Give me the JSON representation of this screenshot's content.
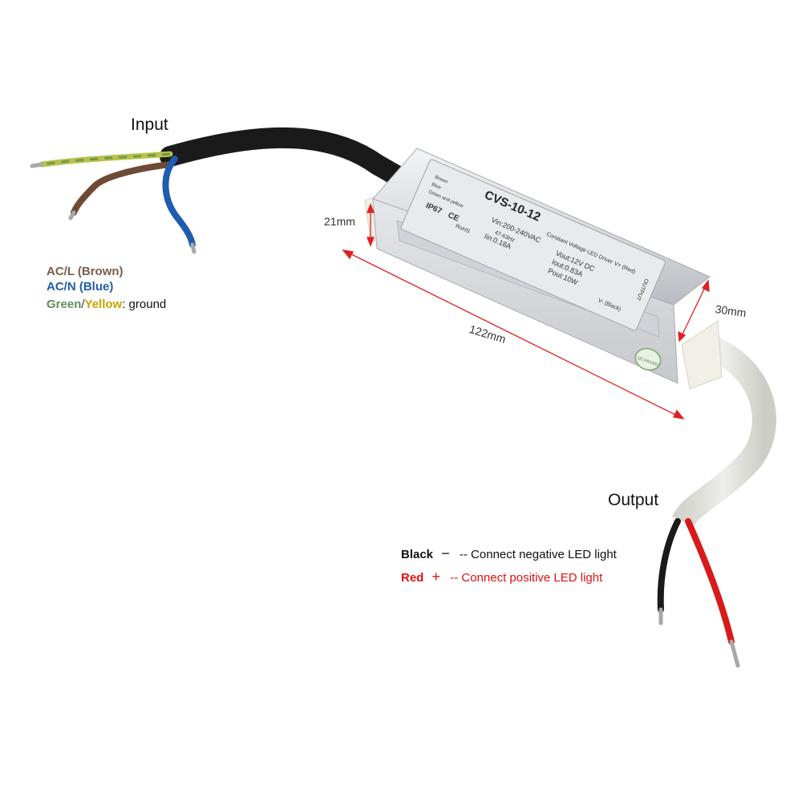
{
  "labels": {
    "input": "Input",
    "output": "Output"
  },
  "input_legend": {
    "acl": "AC/L (Brown)",
    "acn": "AC/N (Blue)",
    "green": "Green",
    "slash": "/",
    "yellow": "Yellow",
    "ground": ": ground"
  },
  "output_legend": {
    "black_name": "Black",
    "black_symbol": "−",
    "black_desc": "-- Connect negative LED light",
    "red_name": "Red",
    "red_symbol": "+",
    "red_desc": "-- Connect positive LED light"
  },
  "dimensions": {
    "length": "122mm",
    "height": "21mm",
    "width": "30mm"
  },
  "device_label": {
    "model": "CVS-10-12",
    "subtitle": "Constant Voltage LED Driver",
    "vin": "Vin:200-240VAC",
    "freq": "47-63Hz",
    "iin": "Iin:0.18A",
    "vout": "Vout:12V DC",
    "iout": "Iout:0.83A",
    "pout": "Pout:10W",
    "ip": "IP67",
    "ce": "CE",
    "rohs": "RoHS",
    "vplus": "V+ (Red)",
    "vminus": "V- (Black)",
    "output_vert": "OUTPUT",
    "wire_brown": "Brown",
    "wire_blue": "Blue",
    "wire_gy": "Green and yellow",
    "qc": "QC PASSED"
  },
  "colors": {
    "brown": "#7a5c4a",
    "blue": "#1f5fa8",
    "green": "#5f8f55",
    "yellow": "#c8a400",
    "red": "#e01010",
    "dim_line": "#e02020"
  }
}
